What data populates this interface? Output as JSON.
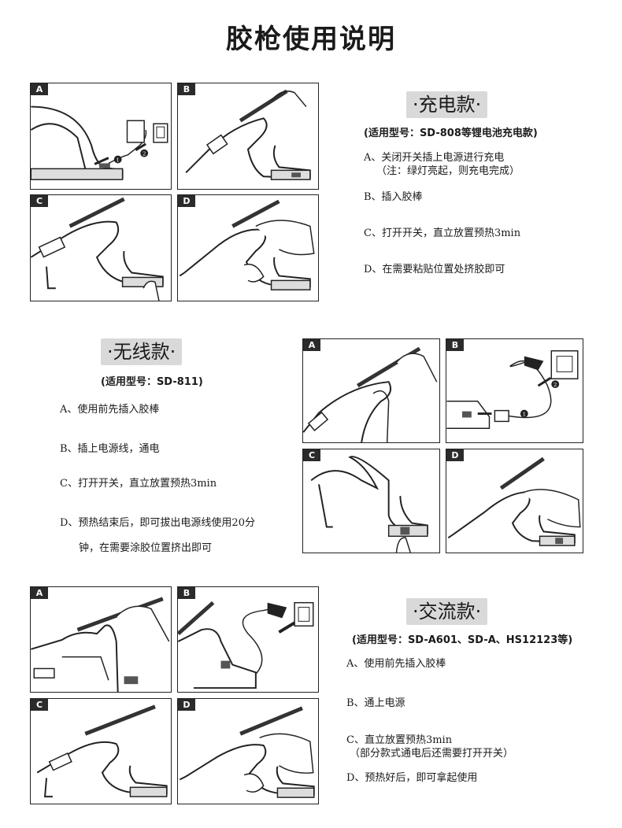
{
  "title": "胶枪使用说明",
  "panel_labels": {
    "a": "A",
    "b": "B",
    "c": "C",
    "d": "D"
  },
  "charging": {
    "badge": "·充电款·",
    "model": "(适用型号：SD-808等锂电池充电款)",
    "steps": [
      "A、关闭开关插上电源进行充电",
      "（注：绿灯亮起，则充电完成）",
      "B、插入胶棒",
      "C、打开开关，直立放置预热3min",
      "D、在需要粘贴位置处挤胶即可"
    ]
  },
  "wireless": {
    "badge": "·无线款·",
    "model": "(适用型号：SD-811)",
    "steps": [
      "A、使用前先插入胶棒",
      "B、插上电源线，通电",
      "C、打开开关，直立放置预热3min",
      "D、预热结束后，即可拔出电源线使用20分",
      "钟，在需要涂胶位置挤出即可"
    ]
  },
  "ac": {
    "badge": "·交流款·",
    "model": "(适用型号：SD-A601、SD-A、HS12123等)",
    "steps": [
      "A、使用前先插入胶棒",
      "B、通上电源",
      "C、直立放置预热3min",
      "（部分款式通电后还需要打开开关）",
      "D、预热好后，即可拿起使用"
    ]
  },
  "diagram_marks": {
    "one": "1",
    "two": "2"
  }
}
